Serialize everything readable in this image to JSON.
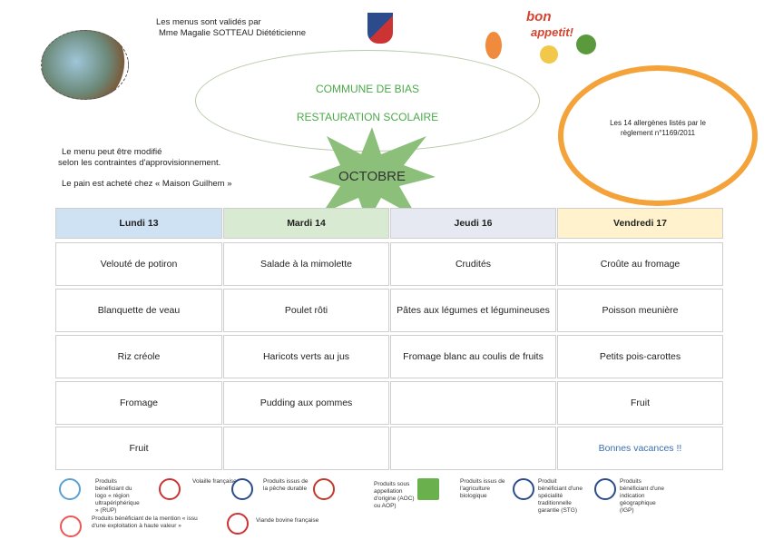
{
  "validation": {
    "line1": "Les menus sont validés par",
    "line2": "Mme Magalie SOTTEAU Diététicienne"
  },
  "title": {
    "line1": "COMMUNE DE BIAS",
    "line2": "RESTAURATION SCOLAIRE"
  },
  "month": "OCTOBRE",
  "notes": {
    "line1": "Le menu peut être modifié",
    "line2": "selon les contraintes d'approvisionnement.",
    "bread": "Le pain est acheté chez « Maison Guilhem »"
  },
  "bon_appetit": {
    "bon": "bon",
    "appetit": "appetit!"
  },
  "allergens": {
    "title": "Les 14 allergènes listés par le règlement n°1169/2011"
  },
  "menu": {
    "days": [
      {
        "label": "Lundi 13",
        "color": "#cfe2f3",
        "items": [
          "Velouté de potiron",
          "Blanquette de veau",
          "Riz créole",
          "Fromage",
          "Fruit"
        ]
      },
      {
        "label": "Mardi 14",
        "color": "#d9ead3",
        "items": [
          "Salade à la mimolette",
          "Poulet rôti",
          "Haricots verts au jus",
          "Pudding aux pommes",
          ""
        ]
      },
      {
        "label": "Jeudi 16",
        "color": "#e6e9f2",
        "items": [
          "Crudités",
          "Pâtes aux légumes et légumineuses",
          "Fromage blanc au coulis de fruits",
          "",
          ""
        ]
      },
      {
        "label": "Vendredi 17",
        "color": "#fff2cc",
        "items": [
          "Croûte au fromage",
          "Poisson meunière",
          "Petits pois-carottes",
          "Fruit",
          "Bonnes vacances !!"
        ]
      }
    ]
  },
  "legend": [
    {
      "text": "Produits bénéficiant du logo « région ultrapériphérique » (RUP)",
      "icon": "rup-logo"
    },
    {
      "text": "Volaille française",
      "icon": "volaille-francaise-logo"
    },
    {
      "text": "Produits issus de la pêche durable",
      "icon": "peche-durable-logo"
    },
    {
      "text": "Produits sous appellation d'origine (AOC) ou AOP)",
      "icon": "aoc-logo"
    },
    {
      "text": "Produits issus de l'agriculture biologique",
      "icon": "ab-logo"
    },
    {
      "text": "Produit bénéficiant d'une spécialité traditionnelle garantie (STG)",
      "icon": "stg-logo"
    },
    {
      "text": "Produits bénéficiant d'une indication géographique (IGP)",
      "icon": "igp-logo"
    },
    {
      "text": "Produits bénéficiant de la mention « issu d'une exploitation à haute valeur »",
      "icon": "hve-logo"
    },
    {
      "text": "Viande bovine française",
      "icon": "vbf-logo"
    }
  ],
  "colors": {
    "green": "#4caa4a",
    "star": "#8cc07a",
    "link": "#3a6fb0"
  }
}
